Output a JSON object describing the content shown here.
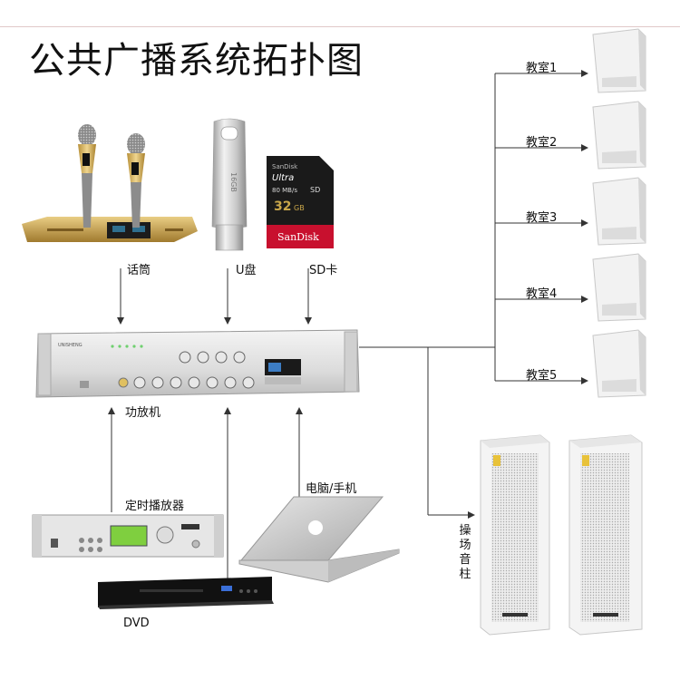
{
  "title": "公共广播系统拓扑图",
  "labels": {
    "mic": "话筒",
    "usb": "U盘",
    "sd": "SD卡",
    "amp": "功放机",
    "timer": "定时播放器",
    "pc": "电脑/手机",
    "dvd": "DVD",
    "playground": "操场音柱"
  },
  "classrooms": [
    "教室1",
    "教室2",
    "教室3",
    "教室4",
    "教室5"
  ],
  "sd_card": {
    "brand": "SanDisk",
    "line": "Ultra",
    "speed": "80 MB/s",
    "capacity": "32",
    "unit": "GB"
  },
  "usb_capacity": "16GB",
  "colors": {
    "line": "#333333",
    "sd_red": "#c8102e",
    "gold": "#c8a64a"
  }
}
